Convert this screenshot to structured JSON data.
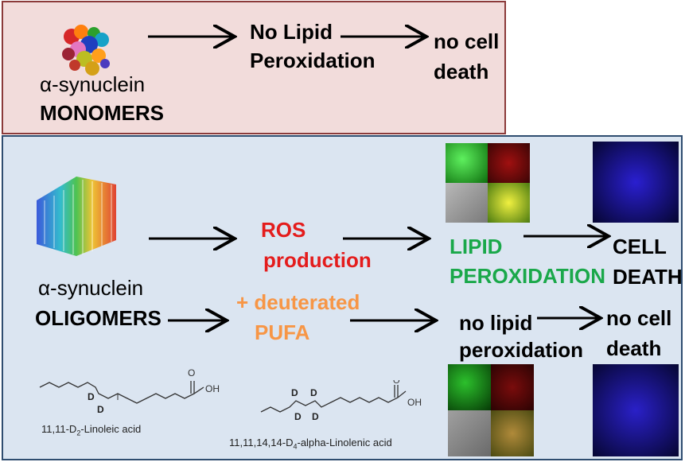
{
  "monomers": {
    "line1": "α-synuclein",
    "line2": "MONOMERS",
    "result1_line1": "No Lipid",
    "result1_line2": "Peroxidation",
    "result2_line1": "no cell",
    "result2_line2": "death"
  },
  "oligomers": {
    "line1": "α-synuclein",
    "line2": "OLIGOMERS",
    "ros_line1": "ROS",
    "ros_line2": "production",
    "lipid_line1": "LIPID",
    "lipid_line2": "PEROXIDATION",
    "cell_line1": "CELL",
    "cell_line2": "DEATH",
    "deut_line1": "+ deuterated",
    "deut_line2": "PUFA",
    "nolipid_line1": "no lipid",
    "nolipid_line2": "peroxidation",
    "nocell_line1": "no cell",
    "nocell_line2": "death"
  },
  "chemicals": {
    "linoleic_prefix": "11,11-D",
    "linoleic_sub": "2",
    "linoleic_suffix": "-Linoleic acid",
    "linolenic_prefix": "11,11,14,14-D",
    "linolenic_sub": "4",
    "linolenic_suffix": "-alpha-Linolenic acid",
    "oh": "OH",
    "o": "O",
    "d": "D"
  },
  "colors": {
    "ros": "#e41c1c",
    "lipid": "#1aa84a",
    "deuterated": "#f79646",
    "top_panel_bg": "#f2dcdb",
    "bottom_panel_bg": "#dbe5f1"
  }
}
